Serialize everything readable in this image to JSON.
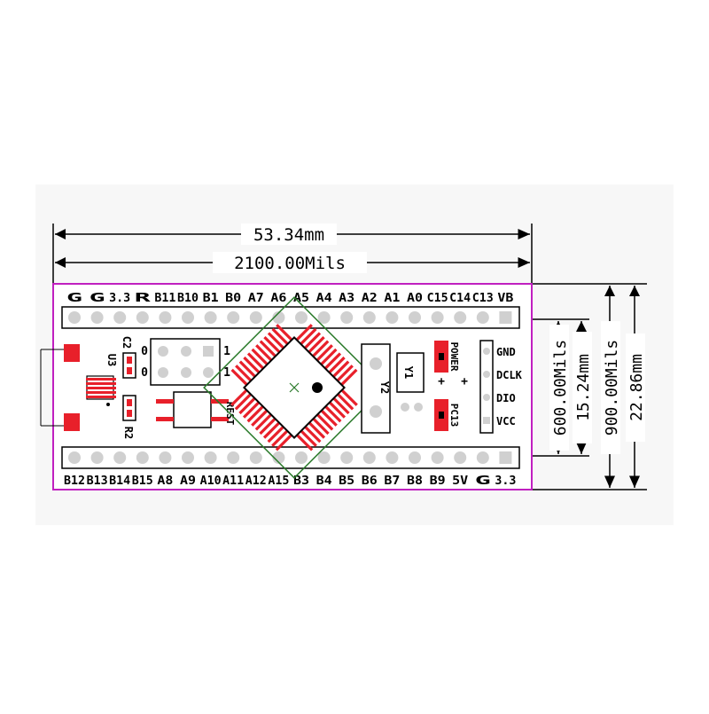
{
  "dimensions": {
    "width_mm": "53.34mm",
    "width_mils": "2100.00Mils",
    "inner_height_mils": "600.00Mils",
    "inner_height_mm": "15.24mm",
    "outer_height_mils": "900.00Mils",
    "outer_height_mm": "22.86mm"
  },
  "top_header_labels": [
    "G",
    "G",
    "3.3",
    "R",
    "B11",
    "B10",
    "B1",
    "B0",
    "A7",
    "A6",
    "A5",
    "A4",
    "A3",
    "A2",
    "A1",
    "A0",
    "C15",
    "C14",
    "C13",
    "VB"
  ],
  "bottom_header_labels": [
    "B12",
    "B13",
    "B14",
    "B15",
    "A8",
    "A9",
    "A10",
    "A11",
    "A12",
    "A15",
    "B3",
    "B4",
    "B5",
    "B6",
    "B7",
    "B8",
    "B9",
    "5V",
    "G",
    "3.3"
  ],
  "swd_labels": [
    "GND",
    "DCLK",
    "DIO",
    "VCC"
  ],
  "components": {
    "u3": "U3",
    "c2": "C2",
    "r2": "R2",
    "rest": "REST",
    "y1": "Y1",
    "y2": "Y2",
    "power": "POWER",
    "pc13": "PC13",
    "jumper_row1": "1",
    "jumper_row2": "1",
    "jumper_zero1": "0",
    "jumper_zero2": "0",
    "plus1": "+",
    "plus2": "+"
  },
  "colors": {
    "board_outline": "#c020c0",
    "pad_red": "#e8202a",
    "chip_green": "#2a7a2a",
    "pin_gray": "#d0d0d0",
    "dim_line": "#000000"
  }
}
